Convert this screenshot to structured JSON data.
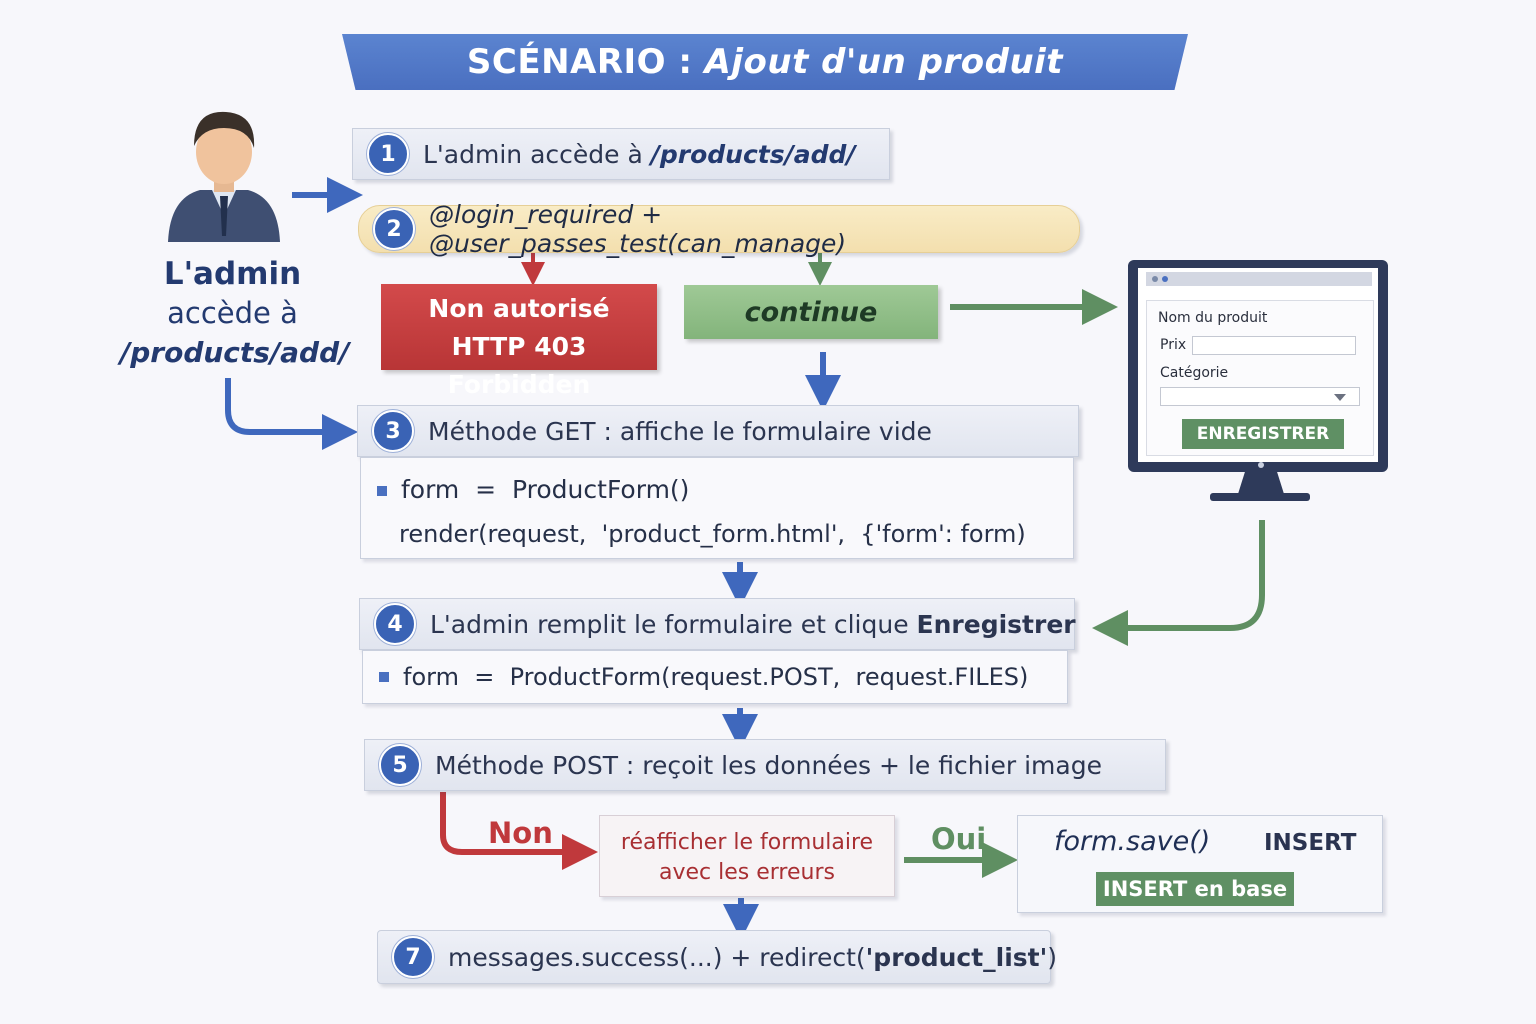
{
  "title": {
    "prefix": "SCÉNARIO :",
    "main": "Ajout d'un produit"
  },
  "actor": {
    "line1": "L'admin",
    "line2": "accède à",
    "line3": "/products/add/"
  },
  "steps": {
    "s1": {
      "num": "1",
      "text": "L'admin accède à ",
      "path": "/products/add/"
    },
    "s2": {
      "num": "2",
      "text": "@login_required + @user_passes_test(can_manage)"
    },
    "s3": {
      "num": "3",
      "text": "Méthode GET : affiche le formulaire vide",
      "code1": "form  =  ProductForm()",
      "code2": "render(request,  'product_form.html',  {'form': form)"
    },
    "s4": {
      "num": "4",
      "text": "L'admin remplit le formulaire et clique ",
      "bold": "Enregistrer",
      "code1": "form  =  ProductForm(request.POST,  request.FILES)"
    },
    "s5": {
      "num": "5",
      "text": "Méthode POST : reçoit les données + le fichier image"
    },
    "s7": {
      "num": "7",
      "text_a": "messages.success(...) + redirect(",
      "text_b": "'product_list'",
      "text_c": ")"
    }
  },
  "outcomes": {
    "unauthorized": {
      "line1": "Non autorisé",
      "line2": "HTTP 403 Forbidden"
    },
    "continue": "continue",
    "no_label": "Non",
    "yes_label": "Oui",
    "redisplay": {
      "line1": "réafficher le formulaire",
      "line2": "avec les erreurs"
    },
    "save": {
      "call": "form.save()",
      "insert": "INSERT",
      "insert_db": "INSERT en base"
    }
  },
  "form_mock": {
    "label_name": "Nom du produit",
    "label_price": "Prix",
    "label_category": "Catégorie",
    "button": "ENREGISTRER"
  },
  "colors": {
    "blue": "#3f68bd",
    "red": "#c0393c",
    "green": "#5f8f62",
    "yellow": "#f6e4b4"
  }
}
